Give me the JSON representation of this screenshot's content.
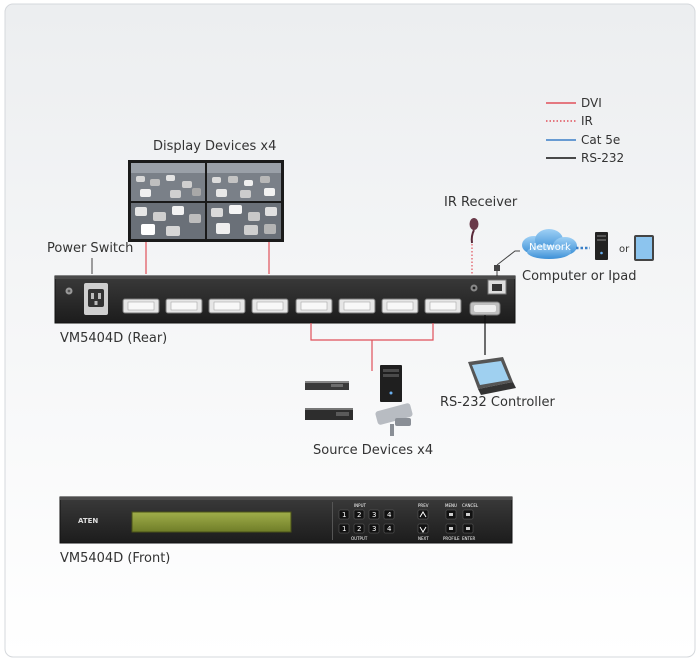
{
  "legend": {
    "items": [
      {
        "label": "DVI",
        "color": "#e0505a",
        "style": "solid"
      },
      {
        "label": "IR",
        "color": "#e0505a",
        "style": "dotted"
      },
      {
        "label": "Cat 5e",
        "color": "#3a7fc8",
        "style": "solid"
      },
      {
        "label": "RS-232",
        "color": "#111111",
        "style": "solid"
      }
    ]
  },
  "labels": {
    "display_devices": "Display Devices x4",
    "power_switch": "Power Switch",
    "ir_receiver": "IR Receiver",
    "computer_or_ipad": "Computer or Ipad",
    "network": "Network",
    "or": "or",
    "rear": "VM5404D (Rear)",
    "rs232_controller": "RS-232 Controller",
    "source_devices": "Source Devices x4",
    "front": "VM5404D (Front)"
  },
  "front_panel": {
    "brand": "ATEN",
    "input_caption": "INPUT",
    "output_caption": "OUTPUT",
    "input_keys": [
      "1",
      "2",
      "3",
      "4"
    ],
    "output_keys": [
      "1",
      "2",
      "3",
      "4"
    ],
    "side_captions": [
      "PREV",
      "NEXT",
      "MENU",
      "PROFILE",
      "CANCEL",
      "ENTER"
    ]
  },
  "colors": {
    "dvi": "#e0505a",
    "cat5e": "#3a7fc8",
    "rs232": "#111111",
    "chassis": "#2a2a2a",
    "lcd": "#8a9a3a"
  }
}
